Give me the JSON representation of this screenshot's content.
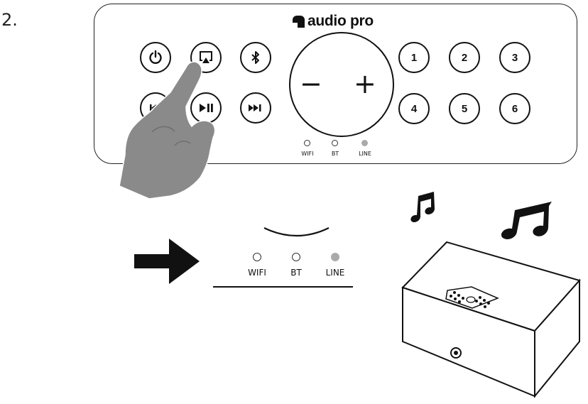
{
  "step_number": "2.",
  "brand": "audio pro",
  "panel": {
    "buttons_left": [
      {
        "name": "power-button",
        "icon": "power-icon"
      },
      {
        "name": "airplay-button",
        "icon": "airplay-icon"
      },
      {
        "name": "bluetooth-button",
        "icon": "bluetooth-icon"
      },
      {
        "name": "previous-button",
        "icon": "previous-icon"
      },
      {
        "name": "play-pause-button",
        "icon": "play-pause-icon"
      },
      {
        "name": "next-button",
        "icon": "next-icon"
      }
    ],
    "volume": {
      "minus": "−",
      "plus": "+"
    },
    "presets": [
      "1",
      "2",
      "3",
      "4",
      "5",
      "6"
    ],
    "leds": [
      {
        "label": "WIFI",
        "on": false
      },
      {
        "label": "BT",
        "on": false
      },
      {
        "label": "LINE",
        "on": true
      }
    ]
  },
  "zoom": {
    "leds": [
      {
        "label": "WIFI",
        "on": false
      },
      {
        "label": "BT",
        "on": false
      },
      {
        "label": "LINE",
        "on": true
      }
    ]
  },
  "colors": {
    "led_on": "#aaaaaa",
    "hand": "#8a8a8a",
    "line": "#111111"
  }
}
